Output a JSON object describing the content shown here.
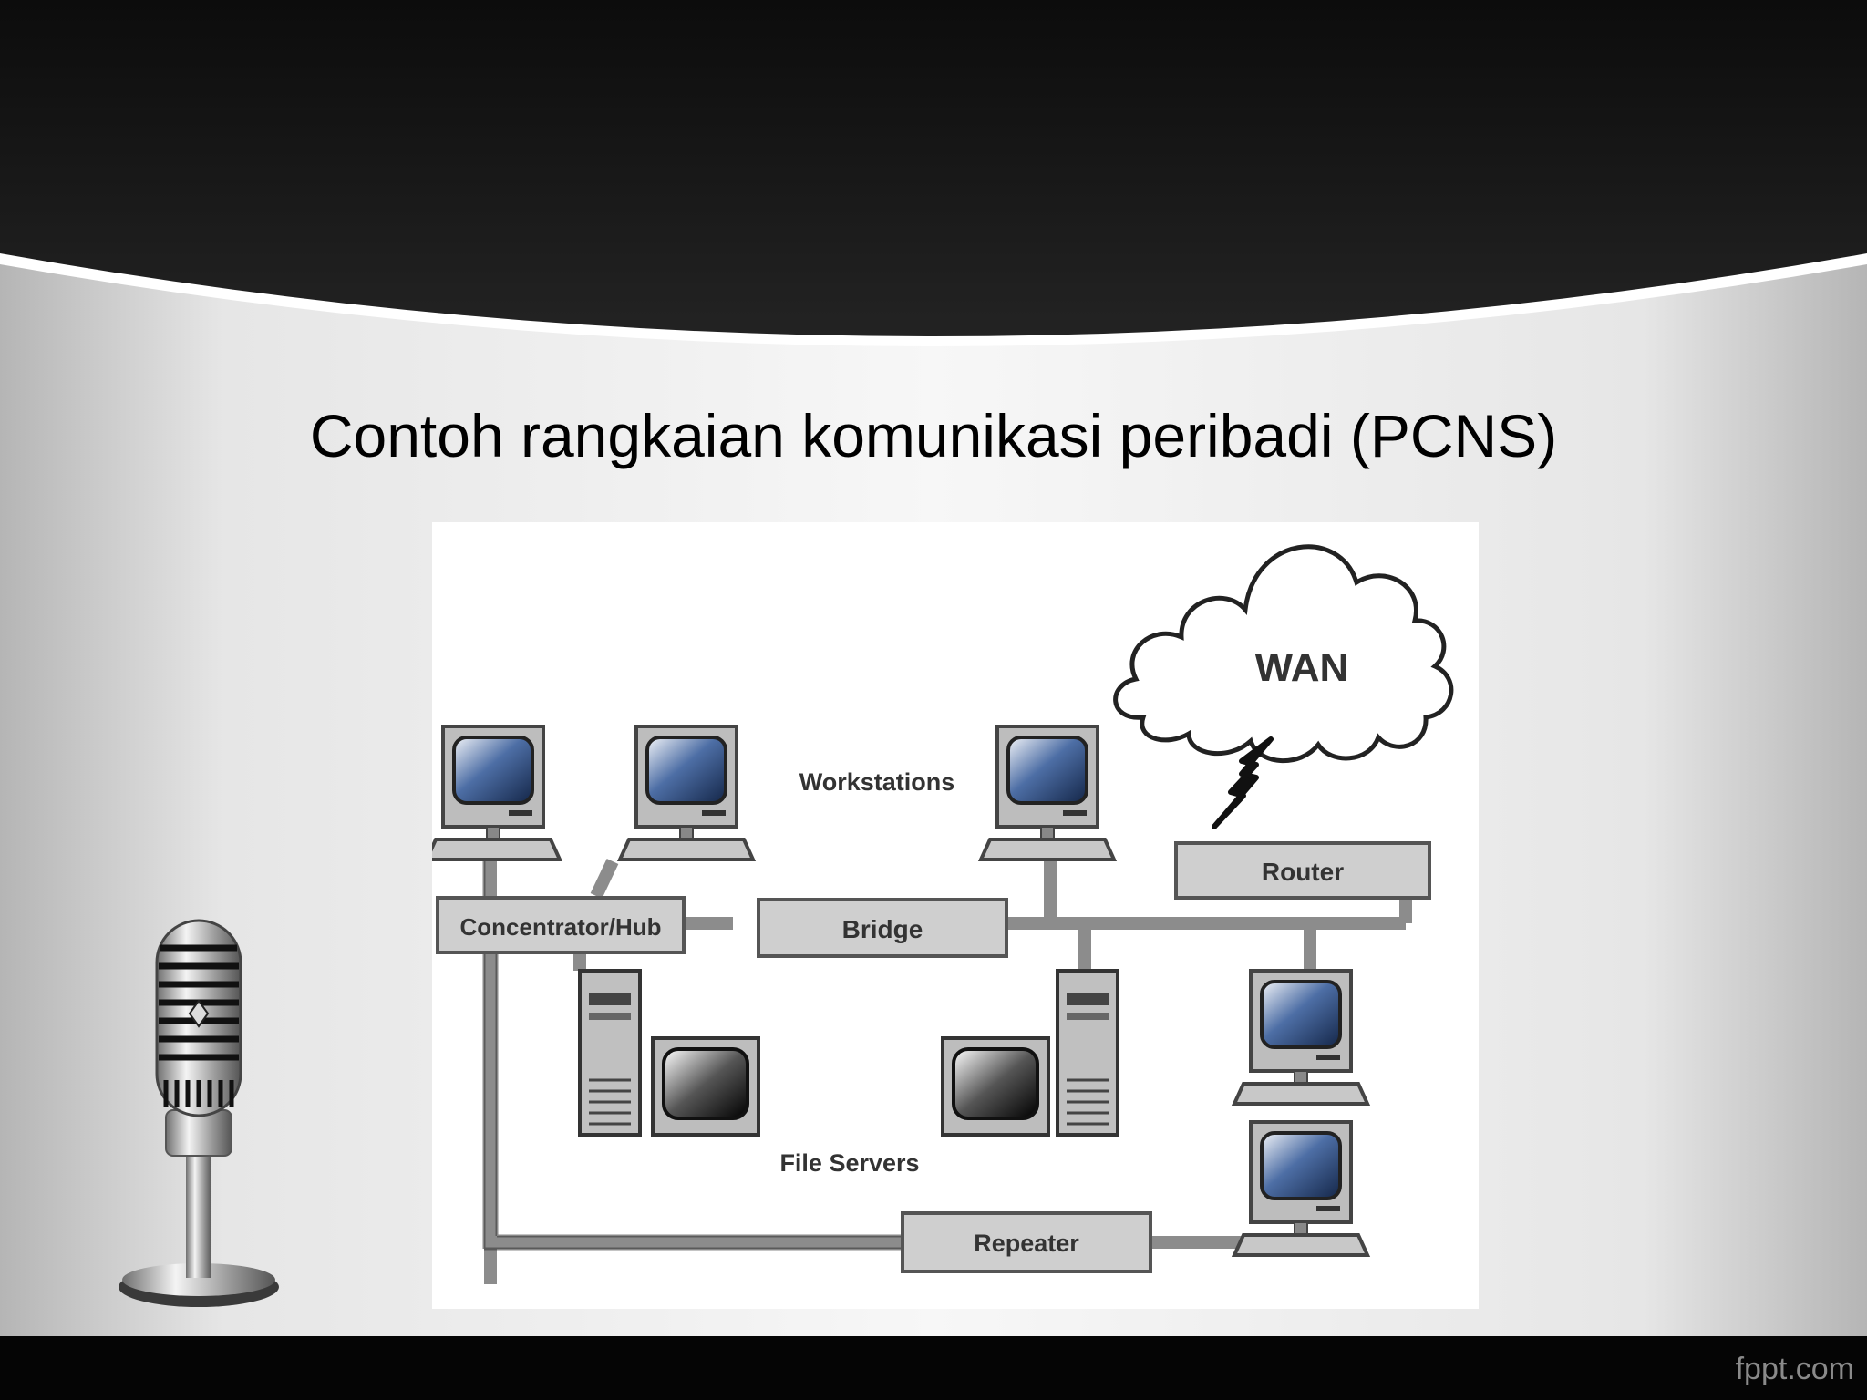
{
  "slide": {
    "title": "Contoh rangkaian komunikasi peribadi (PCNS)",
    "brand": "fppt.com"
  },
  "diagram": {
    "wan_label": "WAN",
    "workstations_label": "Workstations",
    "router_label": "Router",
    "hub_label": "Concentrator/Hub",
    "bridge_label": "Bridge",
    "file_servers_label": "File Servers",
    "repeater_label": "Repeater"
  },
  "colors": {
    "header_dark": "#161616",
    "slide_light": "#f0f0f0",
    "footer": "#050505",
    "screen_blue": "#3d5e95",
    "device_gray": "#bdbdbd",
    "cable_gray": "#8c8c8c"
  },
  "icons": [
    "cloud-icon",
    "lightning-icon",
    "workstation-icon",
    "server-icon",
    "microphone-icon"
  ]
}
